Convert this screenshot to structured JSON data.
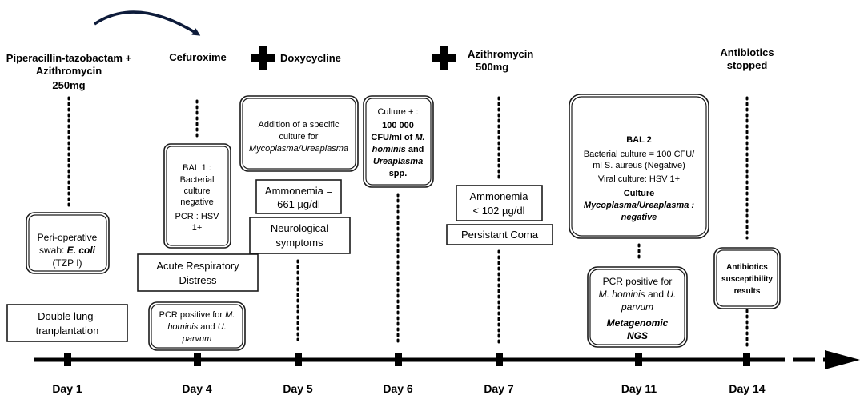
{
  "drugs": {
    "day1_line1": "Piperacillin-tazobactam +",
    "day1_line2": "Azithromycin",
    "day1_line3": "250mg",
    "day4": "Cefuroxime",
    "day5": "Doxycycline",
    "day7_line1": "Azithromycin",
    "day7_line2": "500mg",
    "day14_line1": "Antibiotics",
    "day14_line2": "stopped"
  },
  "days": [
    "Day 1",
    "Day 4",
    "Day 5",
    "Day 6",
    "Day 7",
    "Day 11",
    "Day 14"
  ],
  "boxes": {
    "periop": {
      "line1": "Peri-operative",
      "line2a": "swab: ",
      "line2b": "E. coli",
      "line3": "(TZP I)"
    },
    "double_lung": {
      "line1": "Double lung-",
      "line2": "tranplantation"
    },
    "bal1": {
      "line1": "BAL 1 :",
      "line2": "Bacterial",
      "line3": "culture",
      "line4": "negative",
      "line5": "PCR : HSV",
      "line6": "1+"
    },
    "ard": {
      "line1": "Acute Respiratory",
      "line2": "Distress"
    },
    "pcr_day4": {
      "line1": "PCR positive for ",
      "line1b": "M.",
      "line2a": "hominis",
      "line2b": " and ",
      "line2c": "U.",
      "line3": "parvum"
    },
    "culture_spec": {
      "line1": "Addition of a specific",
      "line2": "culture for",
      "line3": "Mycoplasma/Ureaplasma"
    },
    "ammonemia1": {
      "line1": "Ammonemia =",
      "line2": "661 µg/dl"
    },
    "neuro": {
      "line1": "Neurological",
      "line2": "symptoms"
    },
    "culture_pos": {
      "line1": "Culture + :",
      "line2": "100 000",
      "line3a": "CFU/ml of ",
      "line3b": "M.",
      "line4a": "hominis",
      "line4b": " and",
      "line5": "Ureaplasma",
      "line6": "spp."
    },
    "ammonemia2": {
      "line1": "Ammonemia",
      "line2": "< 102 µg/dl"
    },
    "coma": {
      "line1": "Persistant Coma"
    },
    "bal2": {
      "line1": "BAL 2",
      "line2": "Bacterial culture = 100 CFU/",
      "line3": "ml S. aureus (Negative)",
      "line4": "Viral culture: HSV 1+",
      "line5": "Culture",
      "line6": "Mycoplasma/Ureaplasma :",
      "line7": "negative"
    },
    "pcr_day11": {
      "line1": "PCR positive for",
      "line2a": "M. hominis",
      "line2b": " and ",
      "line2c": "U.",
      "line3": "parvum",
      "line4": "Metagenomic",
      "line5": "NGS"
    },
    "susceptibility": {
      "line1": "Antibiotics",
      "line2": "susceptibility",
      "line3": "results"
    }
  },
  "icons": {
    "switch_arrow": "curved-arrow-icon",
    "add_drug": "plus-cross-icon",
    "timeline": "timeline-arrow"
  },
  "colors": {
    "ink": "#000000",
    "background": "#ffffff"
  }
}
